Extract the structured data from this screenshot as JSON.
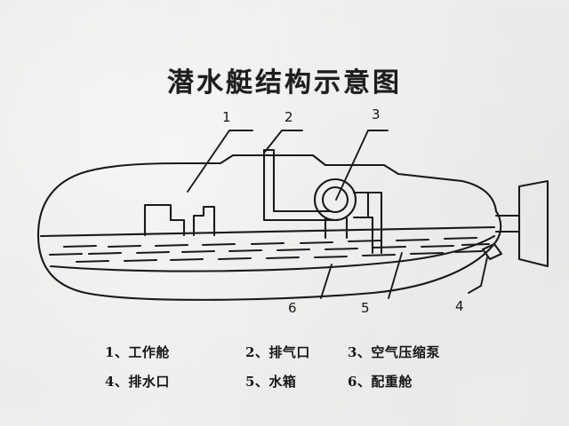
{
  "document": {
    "title": "潜水艇结构示意图",
    "medium": "scanned-paper-diagram"
  },
  "callouts": [
    {
      "id": "1",
      "number": "1",
      "target": "work-compartment"
    },
    {
      "id": "2",
      "number": "2",
      "target": "exhaust-port"
    },
    {
      "id": "3",
      "number": "3",
      "target": "air-compressor-pump"
    },
    {
      "id": "4",
      "number": "4",
      "target": "drain-outlet"
    },
    {
      "id": "5",
      "number": "5",
      "target": "water-tank"
    },
    {
      "id": "6",
      "number": "6",
      "target": "ballast-compartment"
    }
  ],
  "legend": {
    "rows": [
      {
        "cells": [
          "1、工作舱",
          "2、排气口",
          "3、空气压缩泵"
        ]
      },
      {
        "cells": [
          "4、排水口",
          "5、水箱",
          "6、配重舱"
        ]
      }
    ]
  },
  "colors": {
    "ink": "#1a1a1a",
    "paper": "#f6f6f4"
  }
}
